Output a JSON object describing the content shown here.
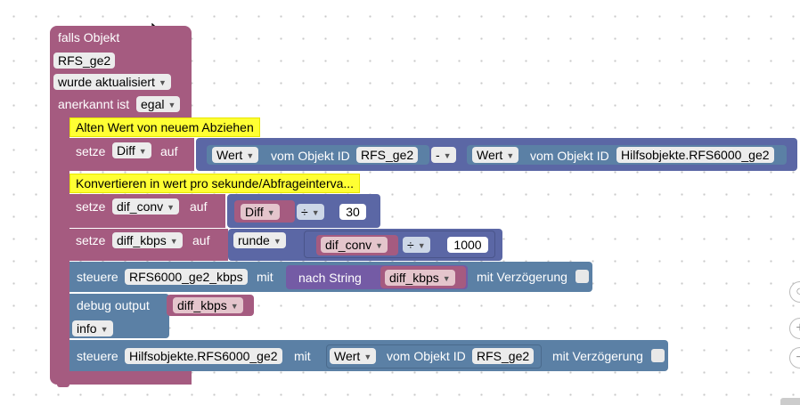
{
  "colors": {
    "event_block": "#a55b80",
    "value_block": "#5b67a5",
    "text_block": "#a55b80",
    "math_block": "#5b67a5",
    "control_block": "#5b80a5",
    "string_block": "#745ba5",
    "comment_bg": "#ffff33"
  },
  "event": {
    "title": "falls Objekt",
    "object_id": "RFS_ge2",
    "trigger": "wurde aktualisiert",
    "ack_label": "anerkannt ist",
    "ack_value": "egal"
  },
  "comment1": "Alten Wert von neuem Abziehen",
  "set1": {
    "setze": "setze",
    "var": "Diff",
    "auf": "auf",
    "left_prop": "Wert",
    "left_text": "vom Objekt ID",
    "left_id": "RFS_ge2",
    "op": "-",
    "right_prop": "Wert",
    "right_text": "vom Objekt ID",
    "right_id": "Hilfsobjekte.RFS6000_ge2"
  },
  "comment2": "Konvertieren in  wert pro sekunde/Abfrageinterva...",
  "set2": {
    "setze": "setze",
    "var": "dif_conv",
    "auf": "auf",
    "operand_var": "Diff",
    "op": "÷",
    "number": "30"
  },
  "set3": {
    "setze": "setze",
    "var": "diff_kbps",
    "auf": "auf",
    "round": "runde",
    "operand_var": "dif_conv",
    "op": "÷",
    "number": "1000"
  },
  "control1": {
    "label": "steuere",
    "target": "RFS6000_ge2_kbps",
    "mit": "mit",
    "tostring": "nach String",
    "var": "diff_kbps",
    "delay": "mit Verzögerung"
  },
  "debug": {
    "label": "debug output",
    "var": "diff_kbps",
    "level": "info"
  },
  "control2": {
    "label": "steuere",
    "target": "Hilfsobjekte.RFS6000_ge2",
    "mit": "mit",
    "prop": "Wert",
    "text": "vom Objekt ID",
    "id": "RFS_ge2",
    "delay": "mit Verzögerung"
  }
}
